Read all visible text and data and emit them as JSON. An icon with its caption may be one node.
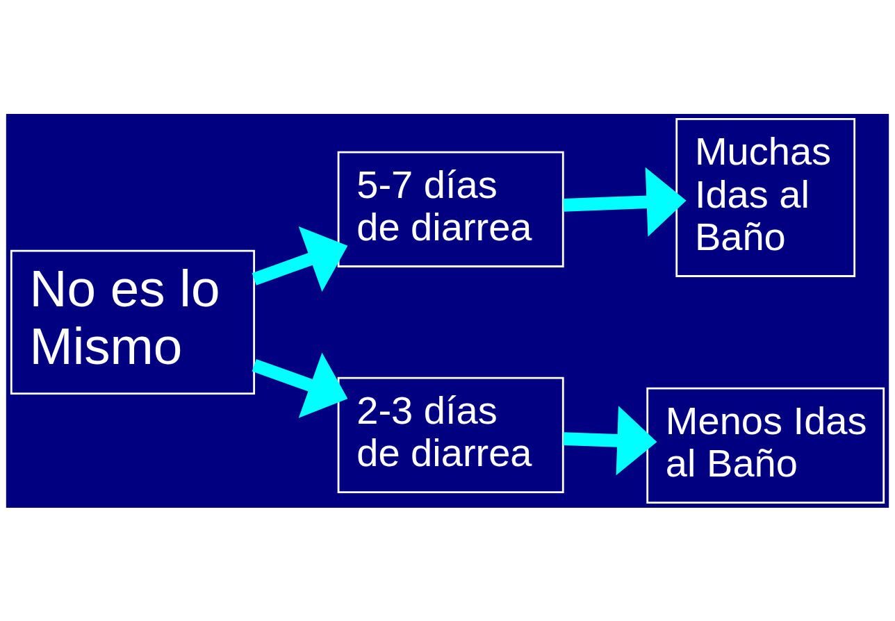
{
  "diagram": {
    "nodes": [
      {
        "text": [
          "No es lo Mismo"
        ]
      },
      {
        "text": [
          "5-7 días de diarrea"
        ]
      },
      {
        "text": [
          "Muchas Idas al Baño"
        ]
      },
      {
        "text": [
          "2-3 días de diarrea"
        ]
      },
      {
        "text": [
          "Menos Idas al Baño"
        ]
      }
    ],
    "edges": [
      {
        "from": 0,
        "to": 1,
        "arrow": "to"
      },
      {
        "from": 1,
        "to": 2,
        "arrow": "to"
      },
      {
        "from": 0,
        "to": 3,
        "arrow": "to"
      },
      {
        "from": 3,
        "to": 4,
        "arrow": "to"
      }
    ]
  }
}
